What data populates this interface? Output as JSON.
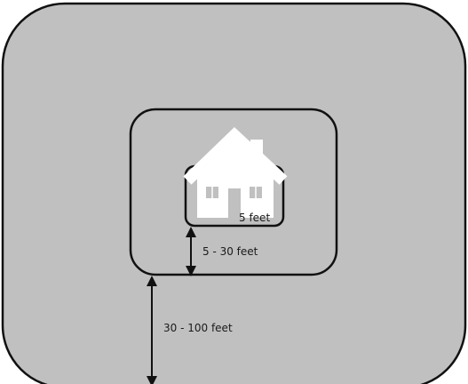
{
  "zones": {
    "inner": {
      "label": "5 feet"
    },
    "middle": {
      "label": "5 - 30 feet"
    },
    "outer": {
      "label": "30 - 100 feet"
    }
  },
  "icons": {
    "house": "house-icon"
  },
  "colors": {
    "background_zone": "#c0c0c0",
    "outline": "#111111",
    "house": "#ffffff",
    "page": "#ffffff"
  }
}
